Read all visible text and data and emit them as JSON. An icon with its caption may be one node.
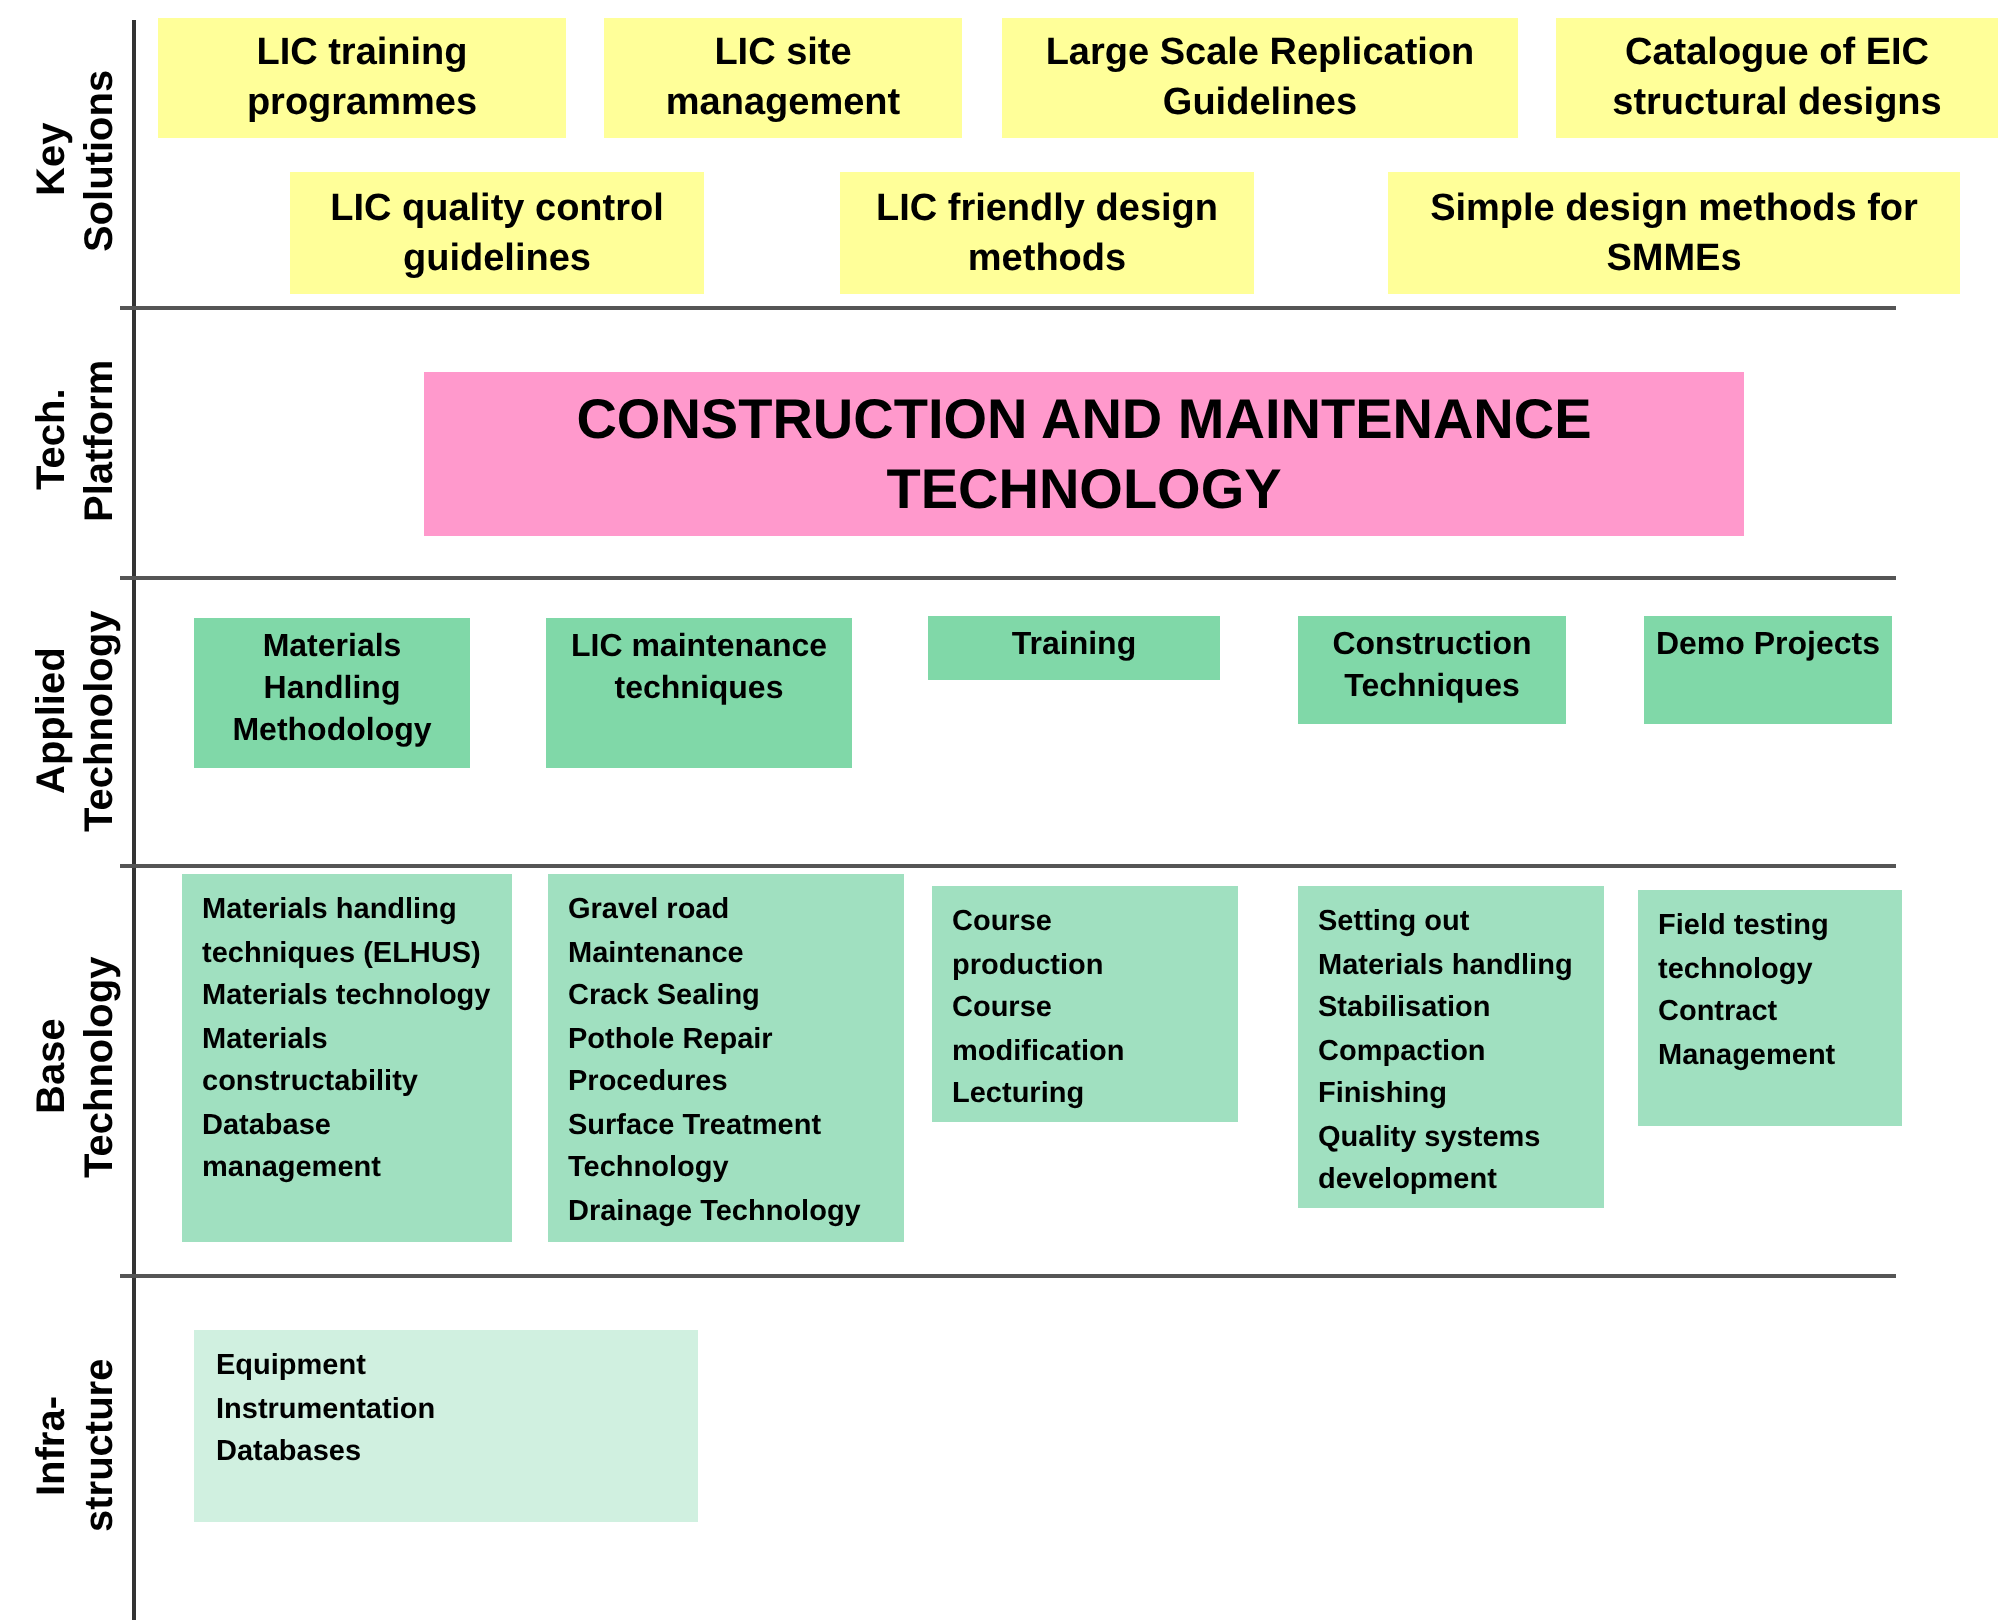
{
  "diagram": {
    "nodes": [
      {
        "text": [
          "LIC training programmes"
        ]
      },
      {
        "text": [
          "LIC site management"
        ]
      },
      {
        "text": [
          "Large Scale Replication Guidelines"
        ]
      },
      {
        "text": [
          "Catalogue of EIC structural designs"
        ]
      },
      {
        "text": [
          "LIC quality control guidelines"
        ]
      },
      {
        "text": [
          "LIC friendly design methods"
        ]
      },
      {
        "text": [
          "Simple design methods for SMMEs"
        ]
      },
      {
        "text": [
          "CONSTRUCTION AND MAINTENANCE TECHNOLOGY"
        ]
      },
      {
        "text": [
          "Materials Handling Methodology"
        ]
      },
      {
        "text": [
          "LIC maintenance techniques"
        ]
      },
      {
        "text": [
          "Training"
        ]
      },
      {
        "text": [
          "Construction Techniques"
        ]
      },
      {
        "text": [
          "Demo Projects"
        ]
      },
      {
        "text": [
          "Materials handling techniques (ELHUS)",
          "Materials technology",
          "Materials constructability",
          "Database management"
        ]
      },
      {
        "text": [
          "Gravel road Maintenance",
          "Crack Sealing",
          "Pothole Repair Procedures",
          "Surface Treatment Technology",
          "Drainage Technology"
        ]
      },
      {
        "text": [
          "Course production",
          "Course modification",
          "Lecturing"
        ]
      },
      {
        "text": [
          "Setting out",
          "Materials handling",
          "Stabilisation",
          "Compaction",
          "Finishing",
          "Quality systems development"
        ]
      },
      {
        "text": [
          "Field testing technology",
          "Contract Management"
        ]
      },
      {
        "text": [
          "Equipment",
          "Instrumentation",
          "Databases"
        ]
      }
    ],
    "labels": [
      "Key Solutions",
      "Tech. Platform",
      "Applied Technology",
      "Base Technology",
      "Infra- structure"
    ]
  }
}
